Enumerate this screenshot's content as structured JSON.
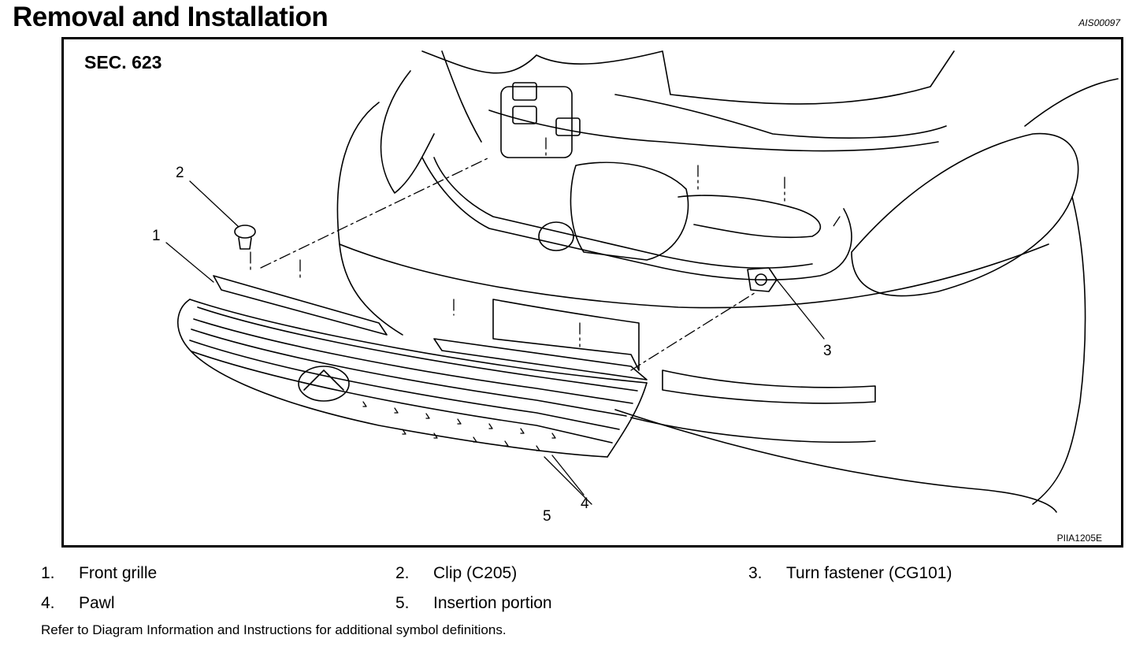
{
  "header": {
    "title": "Removal and Installation",
    "doc_code": "AIS00097"
  },
  "figure": {
    "section": "SEC. 623",
    "figure_code": "PIIA1205E",
    "callouts": [
      "1",
      "2",
      "3",
      "4",
      "5"
    ]
  },
  "legend": [
    {
      "num": "1.",
      "label": "Front grille"
    },
    {
      "num": "2.",
      "label": "Clip (C205)"
    },
    {
      "num": "3.",
      "label": "Turn fastener (CG101)"
    },
    {
      "num": "4.",
      "label": "Pawl"
    },
    {
      "num": "5.",
      "label": "Insertion portion"
    }
  ],
  "footnote": "Refer to Diagram Information and Instructions for additional symbol definitions."
}
